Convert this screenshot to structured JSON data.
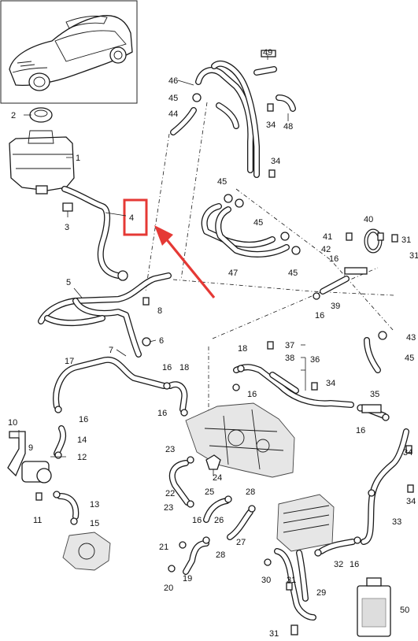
{
  "diagram": {
    "highlight_color": "#e53935",
    "callouts": [
      {
        "id": "c1",
        "text": "1"
      },
      {
        "id": "c2",
        "text": "2"
      },
      {
        "id": "c3",
        "text": "3"
      },
      {
        "id": "c4",
        "text": "4"
      },
      {
        "id": "c5",
        "text": "5"
      },
      {
        "id": "c6",
        "text": "6"
      },
      {
        "id": "c7",
        "text": "7"
      },
      {
        "id": "c8",
        "text": "8"
      },
      {
        "id": "c9",
        "text": "9"
      },
      {
        "id": "c10",
        "text": "10"
      },
      {
        "id": "c11",
        "text": "11"
      },
      {
        "id": "c12",
        "text": "12"
      },
      {
        "id": "c13",
        "text": "13"
      },
      {
        "id": "c14",
        "text": "14"
      },
      {
        "id": "c15",
        "text": "15"
      },
      {
        "id": "c16a",
        "text": "16"
      },
      {
        "id": "c16b",
        "text": "16"
      },
      {
        "id": "c16c",
        "text": "16"
      },
      {
        "id": "c16d",
        "text": "16"
      },
      {
        "id": "c16e",
        "text": "16"
      },
      {
        "id": "c16f",
        "text": "16"
      },
      {
        "id": "c16g",
        "text": "16"
      },
      {
        "id": "c16h",
        "text": "16"
      },
      {
        "id": "c16i",
        "text": "16"
      },
      {
        "id": "c17",
        "text": "17"
      },
      {
        "id": "c18a",
        "text": "18"
      },
      {
        "id": "c18b",
        "text": "18"
      },
      {
        "id": "c19",
        "text": "19"
      },
      {
        "id": "c20",
        "text": "20"
      },
      {
        "id": "c21",
        "text": "21"
      },
      {
        "id": "c22",
        "text": "22"
      },
      {
        "id": "c23a",
        "text": "23"
      },
      {
        "id": "c23b",
        "text": "23"
      },
      {
        "id": "c24",
        "text": "24"
      },
      {
        "id": "c25",
        "text": "25"
      },
      {
        "id": "c26",
        "text": "26"
      },
      {
        "id": "c27",
        "text": "27"
      },
      {
        "id": "c28a",
        "text": "28"
      },
      {
        "id": "c28b",
        "text": "28"
      },
      {
        "id": "c29",
        "text": "29"
      },
      {
        "id": "c30",
        "text": "30"
      },
      {
        "id": "c31a",
        "text": "31"
      },
      {
        "id": "c31b",
        "text": "31"
      },
      {
        "id": "c31c",
        "text": "31"
      },
      {
        "id": "c31d",
        "text": "31"
      },
      {
        "id": "c32",
        "text": "32"
      },
      {
        "id": "c33",
        "text": "33"
      },
      {
        "id": "c34a",
        "text": "34"
      },
      {
        "id": "c34b",
        "text": "34"
      },
      {
        "id": "c34c",
        "text": "34"
      },
      {
        "id": "c34d",
        "text": "34"
      },
      {
        "id": "c34e",
        "text": "34"
      },
      {
        "id": "c35",
        "text": "35"
      },
      {
        "id": "c36",
        "text": "36"
      },
      {
        "id": "c37",
        "text": "37"
      },
      {
        "id": "c38",
        "text": "38"
      },
      {
        "id": "c39",
        "text": "39"
      },
      {
        "id": "c40",
        "text": "40"
      },
      {
        "id": "c41",
        "text": "41"
      },
      {
        "id": "c42",
        "text": "42"
      },
      {
        "id": "c43",
        "text": "43"
      },
      {
        "id": "c44",
        "text": "44"
      },
      {
        "id": "c45a",
        "text": "45"
      },
      {
        "id": "c45b",
        "text": "45"
      },
      {
        "id": "c45c",
        "text": "45"
      },
      {
        "id": "c45d",
        "text": "45"
      },
      {
        "id": "c45e",
        "text": "45"
      },
      {
        "id": "c46",
        "text": "46"
      },
      {
        "id": "c47",
        "text": "47"
      },
      {
        "id": "c48",
        "text": "48"
      },
      {
        "id": "c49",
        "text": "49"
      },
      {
        "id": "c50",
        "text": "50"
      }
    ]
  }
}
